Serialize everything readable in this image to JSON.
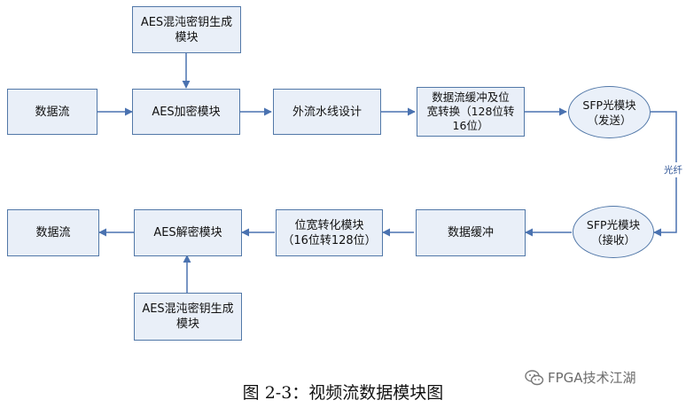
{
  "diagram": {
    "top_key_gen": "AES混沌密钥生成\n模块",
    "top_data_stream": "数据流",
    "aes_encrypt": "AES加密模块",
    "pipeline": "外流水线设计",
    "buffer_width_convert": "数据流缓冲及位\n宽转换（128位转\n16位）",
    "sfp_send": "SFP光模块\n（发送）",
    "fiber_label": "光纤",
    "sfp_receive": "SFP光模块\n（接收）",
    "data_buffer": "数据缓冲",
    "width_convert": "位宽转化模块\n（16位转128位）",
    "aes_decrypt": "AES解密模块",
    "bottom_data_stream": "数据流",
    "bottom_key_gen": "AES混沌密钥生成\n模块"
  },
  "caption": "图 2-3：视频流数据模块图",
  "watermark": {
    "icon": "wechat-icon",
    "text": "FPGA技术江湖"
  },
  "colors": {
    "box_fill": "#e9eff8",
    "box_border": "#5278a8",
    "arrow": "#4a72b0",
    "fiber_text": "#2f5597"
  }
}
